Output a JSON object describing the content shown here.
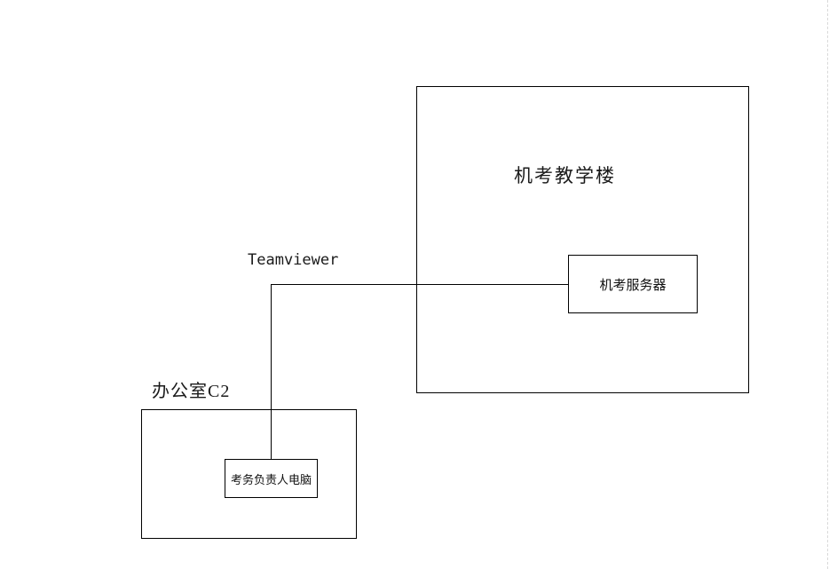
{
  "diagram": {
    "building": {
      "label": "机考教学楼"
    },
    "server": {
      "label": "机考服务器"
    },
    "office": {
      "label": "办公室C2"
    },
    "computer": {
      "label": "考务负责人电脑"
    },
    "connection": {
      "label": "Teamviewer"
    }
  },
  "colors": {
    "line": "#000000",
    "background": "#ffffff",
    "page_edge": "#d9d9d9"
  }
}
